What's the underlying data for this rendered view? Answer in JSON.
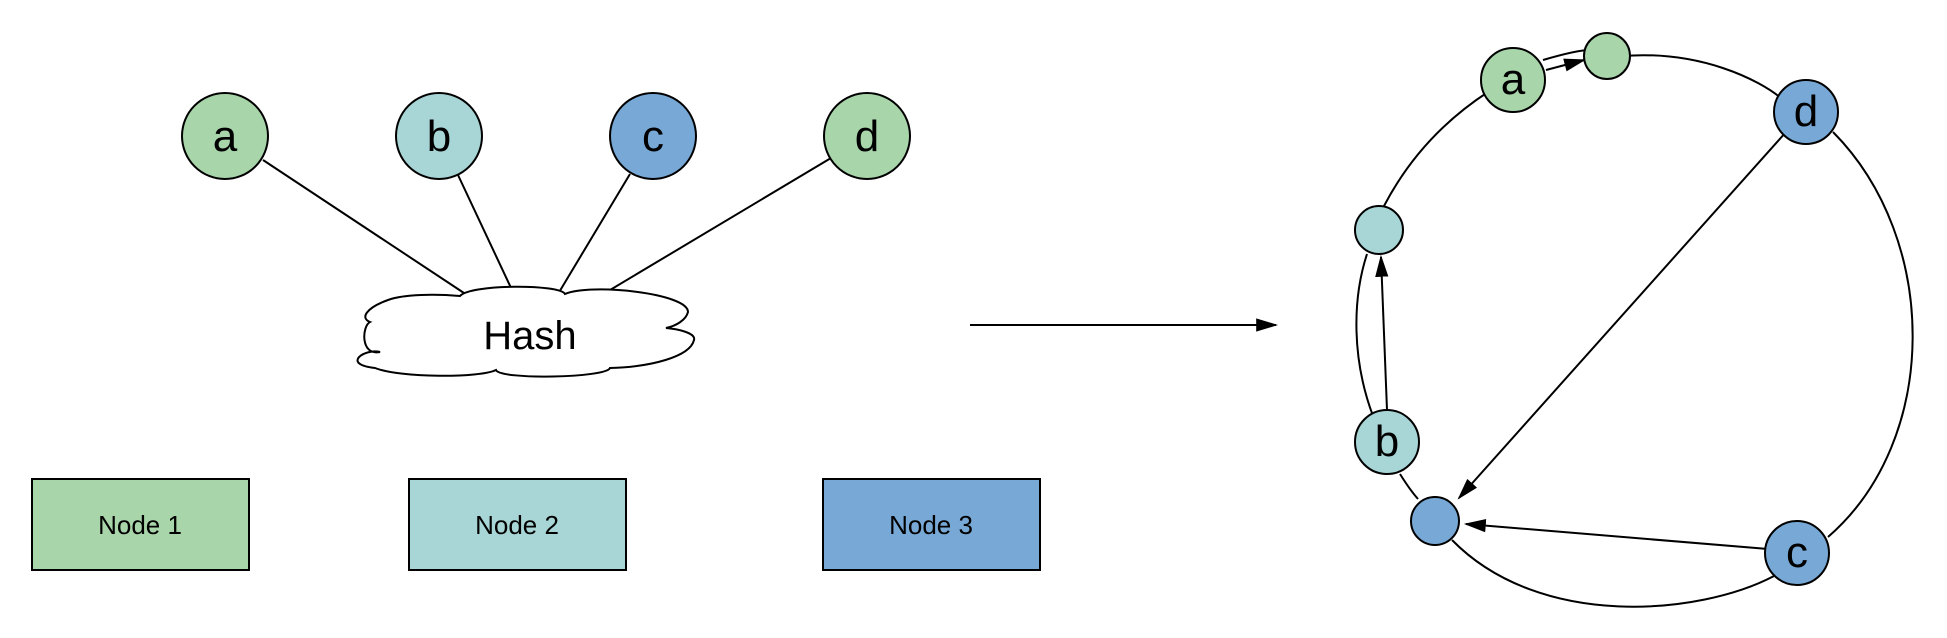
{
  "colors": {
    "green": "#a8d5aa",
    "teal": "#a8d5d6",
    "blue": "#78a9d6",
    "stroke": "#000000",
    "background": "#ffffff"
  },
  "keys": [
    {
      "label": "a",
      "color": "green"
    },
    {
      "label": "b",
      "color": "teal"
    },
    {
      "label": "c",
      "color": "blue"
    },
    {
      "label": "d",
      "color": "green"
    }
  ],
  "hash": {
    "label": "Hash"
  },
  "nodes": [
    {
      "label": "Node 1",
      "color": "green"
    },
    {
      "label": "Node 2",
      "color": "teal"
    },
    {
      "label": "Node 3",
      "color": "blue"
    }
  ],
  "ring": {
    "keys": [
      {
        "label": "a",
        "color": "green"
      },
      {
        "label": "b",
        "color": "teal"
      },
      {
        "label": "c",
        "color": "blue"
      },
      {
        "label": "d",
        "color": "blue"
      }
    ],
    "node_points": [
      {
        "name": "node-1",
        "color": "green"
      },
      {
        "name": "node-2",
        "color": "teal"
      },
      {
        "name": "node-3",
        "color": "blue"
      }
    ]
  }
}
